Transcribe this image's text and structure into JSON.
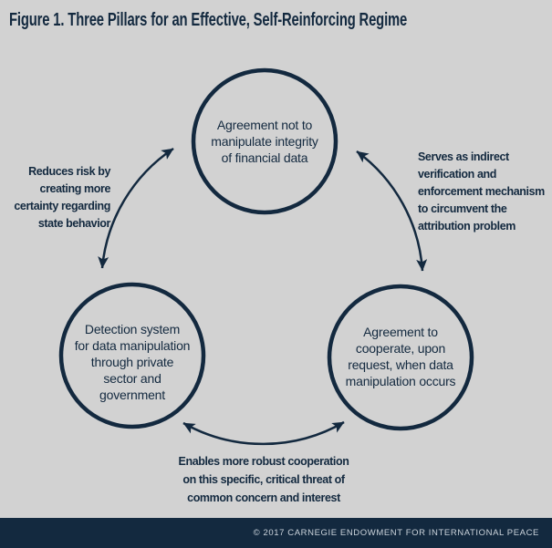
{
  "title": "Figure 1. Three Pillars for an Effective, Self-Reinforcing Regime",
  "colors": {
    "navy": "#13293f",
    "background": "#d2d2d2",
    "footer_text": "#ccd4dc"
  },
  "nodes": [
    {
      "id": "top",
      "label": "Agreement not to\nmanipulate integrity\nof financial data"
    },
    {
      "id": "bottom-left",
      "label": "Detection system\nfor data manipulation\nthrough private\nsector and\ngovernment"
    },
    {
      "id": "bottom-right",
      "label": "Agreement to\ncooperate, upon\nrequest, when data\nmanipulation occurs"
    }
  ],
  "edge_labels": [
    {
      "position": "left",
      "text": "Reduces risk by\ncreating more\ncertainty regarding\nstate behavior"
    },
    {
      "position": "right",
      "text": "Serves as indirect\nverification and\nenforcement mechanism\nto circumvent the\nattribution problem"
    },
    {
      "position": "bottom",
      "text": "Enables more robust cooperation\non this specific, critical threat of\ncommon concern and interest"
    }
  ],
  "footer": {
    "text": "© 2017 CARNEGIE ENDOWMENT FOR INTERNATIONAL PEACE"
  }
}
